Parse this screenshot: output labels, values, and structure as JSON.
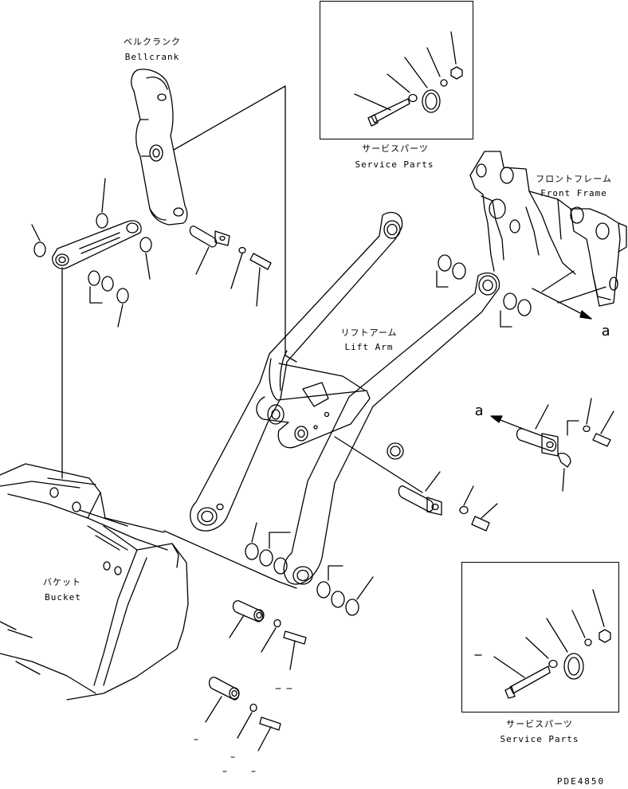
{
  "labels": {
    "bellcrank_jp": "ベルクランク",
    "bellcrank_en": "Bellcrank",
    "service_top_jp": "サービスパーツ",
    "service_top_en": "Service Parts",
    "front_frame_jp": "フロントフレーム",
    "front_frame_en": "Front Frame",
    "lift_arm_jp": "リフトアーム",
    "lift_arm_en": "Lift Arm",
    "bucket_jp": "バケット",
    "bucket_en": "Bucket",
    "service_bottom_jp": "サービスパーツ",
    "service_bottom_en": "Service Parts",
    "marker_a_right": "a",
    "marker_a_left": "a",
    "drawing_code": "PDE4850"
  }
}
